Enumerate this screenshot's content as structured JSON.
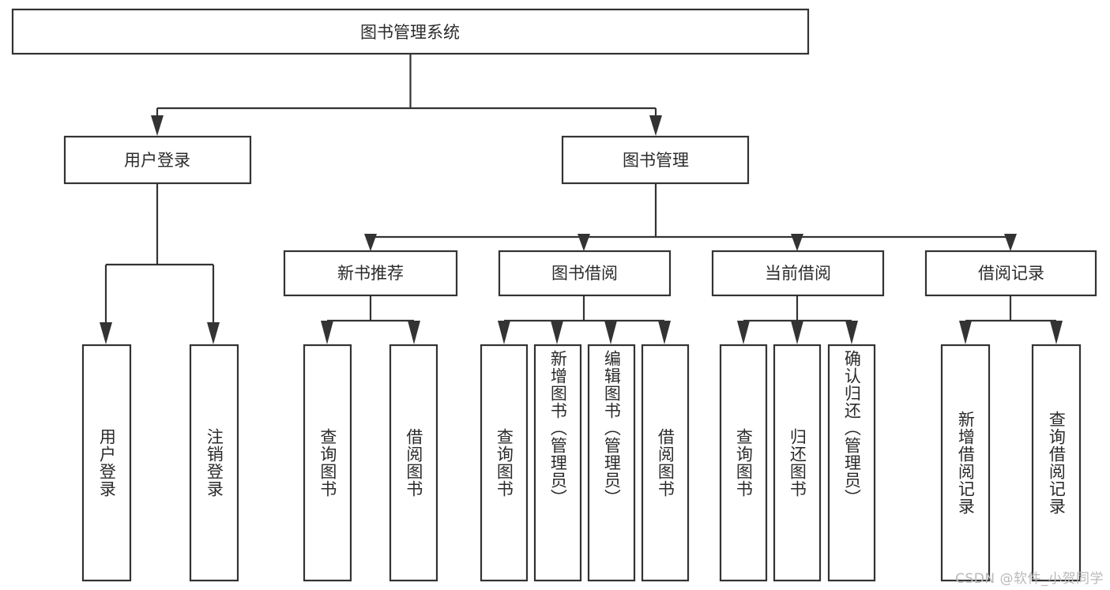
{
  "diagram": {
    "type": "tree-hierarchy",
    "title": "图书管理系统",
    "watermark": "CSDN @软件_小贺同学",
    "colors": {
      "stroke": "#333333",
      "fill": "#ffffff",
      "text": "#2b2b2b",
      "watermark": "#b9b9b9"
    },
    "levels": {
      "root": {
        "label": "图书管理系统"
      },
      "level2": [
        {
          "id": "user-login",
          "label": "用户登录"
        },
        {
          "id": "book-management",
          "label": "图书管理"
        }
      ],
      "level3": [
        {
          "id": "new-book-recommend",
          "label": "新书推荐",
          "parent": "book-management"
        },
        {
          "id": "book-borrow",
          "label": "图书借阅",
          "parent": "book-management"
        },
        {
          "id": "current-borrow",
          "label": "当前借阅",
          "parent": "book-management"
        },
        {
          "id": "borrow-record",
          "label": "借阅记录",
          "parent": "book-management"
        }
      ],
      "leaves": [
        {
          "id": "leaf-user-login",
          "label": "用户登录",
          "parent": "user-login"
        },
        {
          "id": "leaf-logout-login",
          "label": "注销登录",
          "parent": "user-login"
        },
        {
          "id": "leaf-query-book-1",
          "label": "查询图书",
          "parent": "new-book-recommend"
        },
        {
          "id": "leaf-borrow-book-1",
          "label": "借阅图书",
          "parent": "new-book-recommend"
        },
        {
          "id": "leaf-query-book-2",
          "label": "查询图书",
          "parent": "book-borrow"
        },
        {
          "id": "leaf-add-book",
          "label": "新增图书（管理员）",
          "parent": "book-borrow"
        },
        {
          "id": "leaf-edit-book",
          "label": "编辑图书（管理员）",
          "parent": "book-borrow"
        },
        {
          "id": "leaf-borrow-book-2",
          "label": "借阅图书",
          "parent": "book-borrow"
        },
        {
          "id": "leaf-query-book-3",
          "label": "查询图书",
          "parent": "current-borrow"
        },
        {
          "id": "leaf-return-book",
          "label": "归还图书",
          "parent": "current-borrow"
        },
        {
          "id": "leaf-confirm-return",
          "label": "确认归还（管理员）",
          "parent": "current-borrow"
        },
        {
          "id": "leaf-add-record",
          "label": "新增借阅记录",
          "parent": "borrow-record"
        },
        {
          "id": "leaf-query-record",
          "label": "查询借阅记录",
          "parent": "borrow-record"
        }
      ]
    }
  }
}
